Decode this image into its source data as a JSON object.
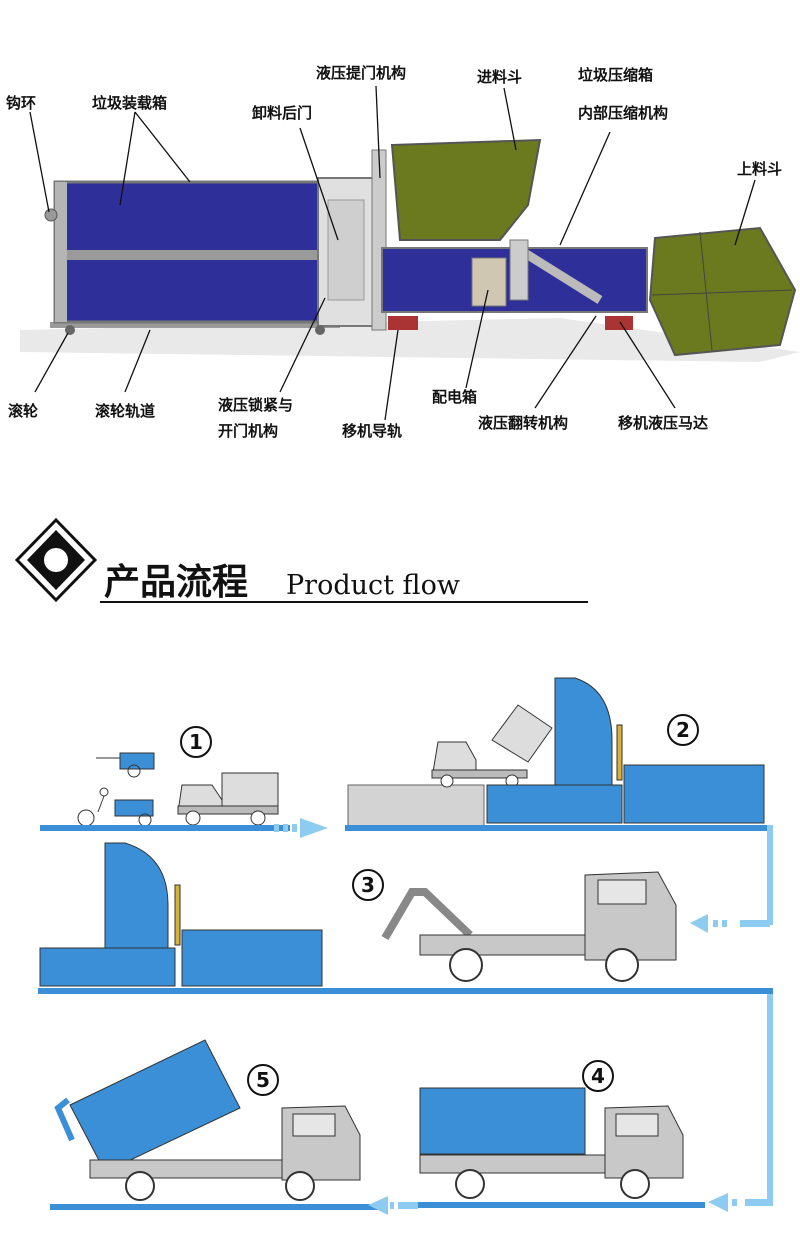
{
  "diagram": {
    "labels": {
      "hook_ring": "钩环",
      "container": "垃圾装载箱",
      "rear_door": "卸料后门",
      "hyd_lift_door": "液压提门机构",
      "hopper": "进料斗",
      "compress_box": "垃圾压缩箱",
      "inner_compress": "内部压缩机构",
      "loading_hopper": "上料斗",
      "roller": "滚轮",
      "roller_track": "滚轮轨道",
      "hyd_lock_1": "液压锁紧与",
      "hyd_lock_2": "开门机构",
      "move_rail": "移机导轨",
      "elec_box": "配电箱",
      "hyd_flip": "液压翻转机构",
      "move_motor": "移机液压马达"
    }
  },
  "section": {
    "title_cn": "产品流程",
    "title_en": "Product flow"
  },
  "flow": {
    "steps": [
      "1",
      "2",
      "3",
      "4",
      "5"
    ]
  },
  "colors": {
    "container_blue": "#2f2f9a",
    "hopper_olive": "#6b7a1e",
    "flow_blue": "#3a8fd6",
    "arrow_blue": "#8ecbf0",
    "truck_gray": "#c8c8c8"
  }
}
